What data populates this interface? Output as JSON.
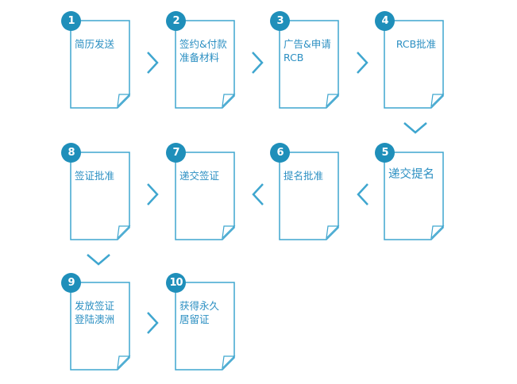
{
  "colors": {
    "accent": "#1f8fba",
    "text": "#2b8fc2",
    "stroke": "#3fa6cf"
  },
  "steps": [
    {
      "number": "1",
      "label": "简历发送"
    },
    {
      "number": "2",
      "label": "签约&付款\n准备材料"
    },
    {
      "number": "3",
      "label": "广告&申请\nRCB"
    },
    {
      "number": "4",
      "label": "RCB批准"
    },
    {
      "number": "5",
      "label": "递交提名"
    },
    {
      "number": "6",
      "label": "提名批准"
    },
    {
      "number": "7",
      "label": "递交签证"
    },
    {
      "number": "8",
      "label": "签证批准"
    },
    {
      "number": "9",
      "label": "发放签证\n登陆澳洲"
    },
    {
      "number": "10",
      "label": "获得永久\n居留证"
    }
  ]
}
